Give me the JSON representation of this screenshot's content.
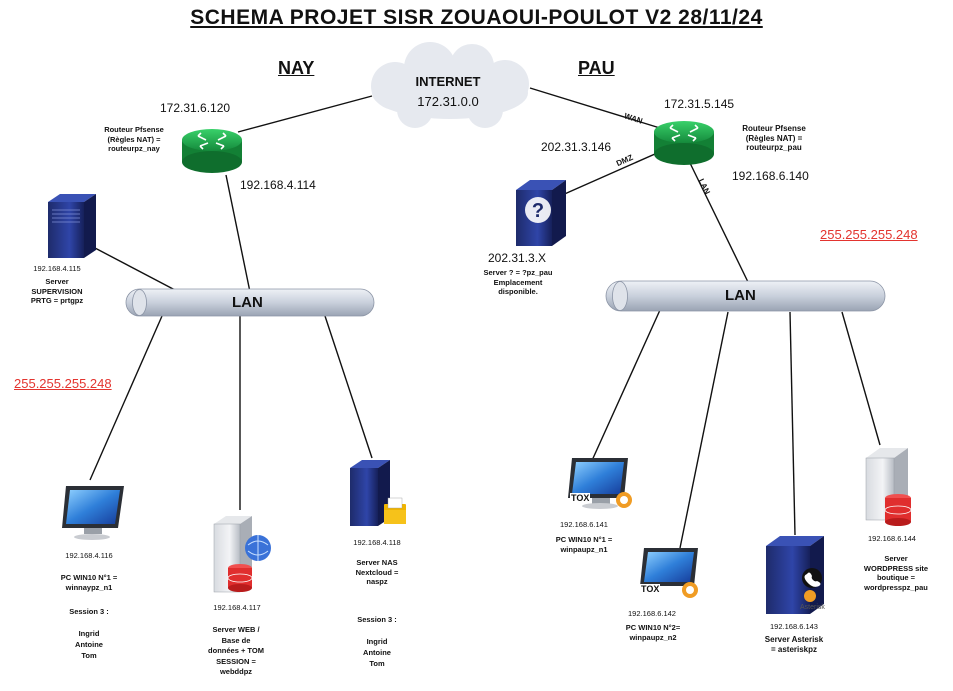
{
  "title": "SCHEMA PROJET SISR ZOUAOUI-POULOT V2  28/11/24",
  "internet": {
    "label": "INTERNET",
    "network": "172.31.0.0"
  },
  "sites": {
    "nay": {
      "name": "NAY",
      "mask": "255.255.255.248",
      "lan_label": "LAN",
      "router": {
        "wan_ip": "172.31.6.120",
        "lan_ip": "192.168.4.114",
        "desc": [
          "Routeur Pfsense",
          "(Règles NAT) =",
          "routeurpz_nay"
        ]
      },
      "supervision": {
        "ip": "192.168.4.115",
        "desc": [
          "Server",
          "SUPERVISION",
          "PRTG = prtgpz"
        ]
      },
      "pc1": {
        "ip": "192.168.4.116",
        "desc": [
          "PC WIN10 N°1 =",
          "winnaypz_n1"
        ],
        "session": [
          "Session 3 :",
          "",
          "Ingrid",
          "Antoine",
          "Tom"
        ]
      },
      "web": {
        "ip": "192.168.4.117",
        "desc": [
          "Server WEB /",
          "Base de",
          "données + TOM",
          "SESSION =",
          "webddpz"
        ]
      },
      "nas": {
        "ip": "192.168.4.118",
        "desc": [
          "Server NAS",
          "Nextcloud =",
          "naspz"
        ],
        "session": [
          "Session 3 :",
          "",
          "Ingrid",
          "Antoine",
          "Tom"
        ]
      }
    },
    "pau": {
      "name": "PAU",
      "mask": "255.255.255.248",
      "lan_label": "LAN",
      "router": {
        "wan_ip": "172.31.5.145",
        "lan_ip": "192.168.6.140",
        "desc": [
          "Routeur Pfsense",
          "(Règles NAT) =",
          "routeurpz_pau"
        ]
      },
      "links": {
        "wan": "WAN",
        "dmz": "DMZ",
        "lan": "LAN"
      },
      "dmz": {
        "gateway_ip": "202.31.3.146",
        "ip": "202.31.3.X",
        "desc": [
          "Server ? = ?pz_pau",
          "Emplacement",
          "disponible."
        ]
      },
      "pc1": {
        "ip": "192.168.6.141",
        "desc": [
          "PC WIN10 N°1 =",
          "winpaupz_n1"
        ],
        "badge": "TOX"
      },
      "pc2": {
        "ip": "192.168.6.142",
        "desc": [
          "PC WIN10 N°2=",
          "winpaupz_n2"
        ],
        "badge": "TOX"
      },
      "asterisk": {
        "ip": "192.168.6.143",
        "desc": [
          "Server Asterisk",
          "= asteriskpz"
        ],
        "logo": "Asterisk"
      },
      "wordpress": {
        "ip": "192.168.6.144",
        "desc": [
          "Server",
          "WORDPRESS site",
          "boutique =",
          "wordpresspz_pau"
        ]
      }
    }
  }
}
